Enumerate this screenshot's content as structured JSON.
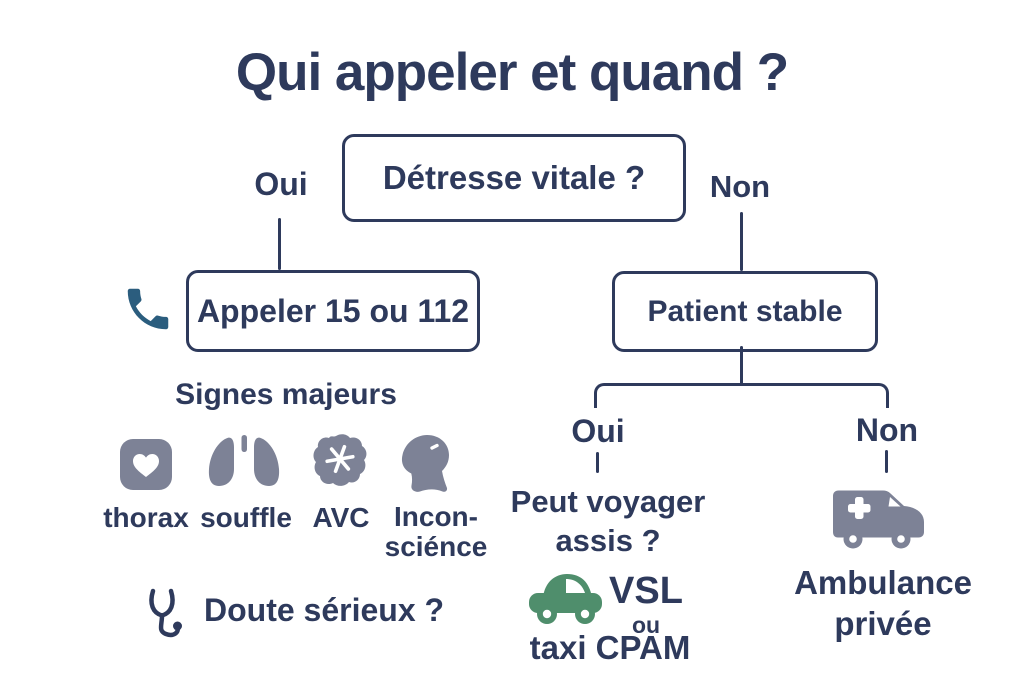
{
  "title": "Qui appeler et quand ?",
  "colors": {
    "navy": "#2e3a5c",
    "icon_gray": "#7d8296",
    "phone_blue": "#2b5d7e",
    "car_green": "#4f8e6c",
    "background": "#ffffff"
  },
  "icons": [
    "phone-icon",
    "chest-heart-icon",
    "lungs-icon",
    "brain-stroke-icon",
    "head-icon",
    "stethoscope-icon",
    "car-icon",
    "ambulance-icon"
  ],
  "decision_root": {
    "question": "Détresse vitale ?",
    "yes_label": "Oui",
    "no_label": "Non"
  },
  "emergency_branch": {
    "call_box": "Appeler 15 ou 112",
    "signs_heading": "Signes majeurs",
    "signs": [
      {
        "icon": "chest-heart-icon",
        "label": "thorax"
      },
      {
        "icon": "lungs-icon",
        "label": "souffle"
      },
      {
        "icon": "brain-stroke-icon",
        "label": "AVC"
      },
      {
        "icon": "head-icon",
        "label_line1": "Incon-",
        "label_line2": "sciénce"
      }
    ],
    "doubt_label": "Doute sérieux ?"
  },
  "stable_branch": {
    "question_box": "Patient stable",
    "yes_label": "Oui",
    "no_label": "Non",
    "seated_question_line1": "Peut voyager",
    "seated_question_line2": "assis ?",
    "seated_result_line1": "VSL",
    "seated_result_line2": "ou",
    "seated_result_line3": "taxi CPAM",
    "not_seated_result_line1": "Ambulance",
    "not_seated_result_line2": "privée"
  }
}
